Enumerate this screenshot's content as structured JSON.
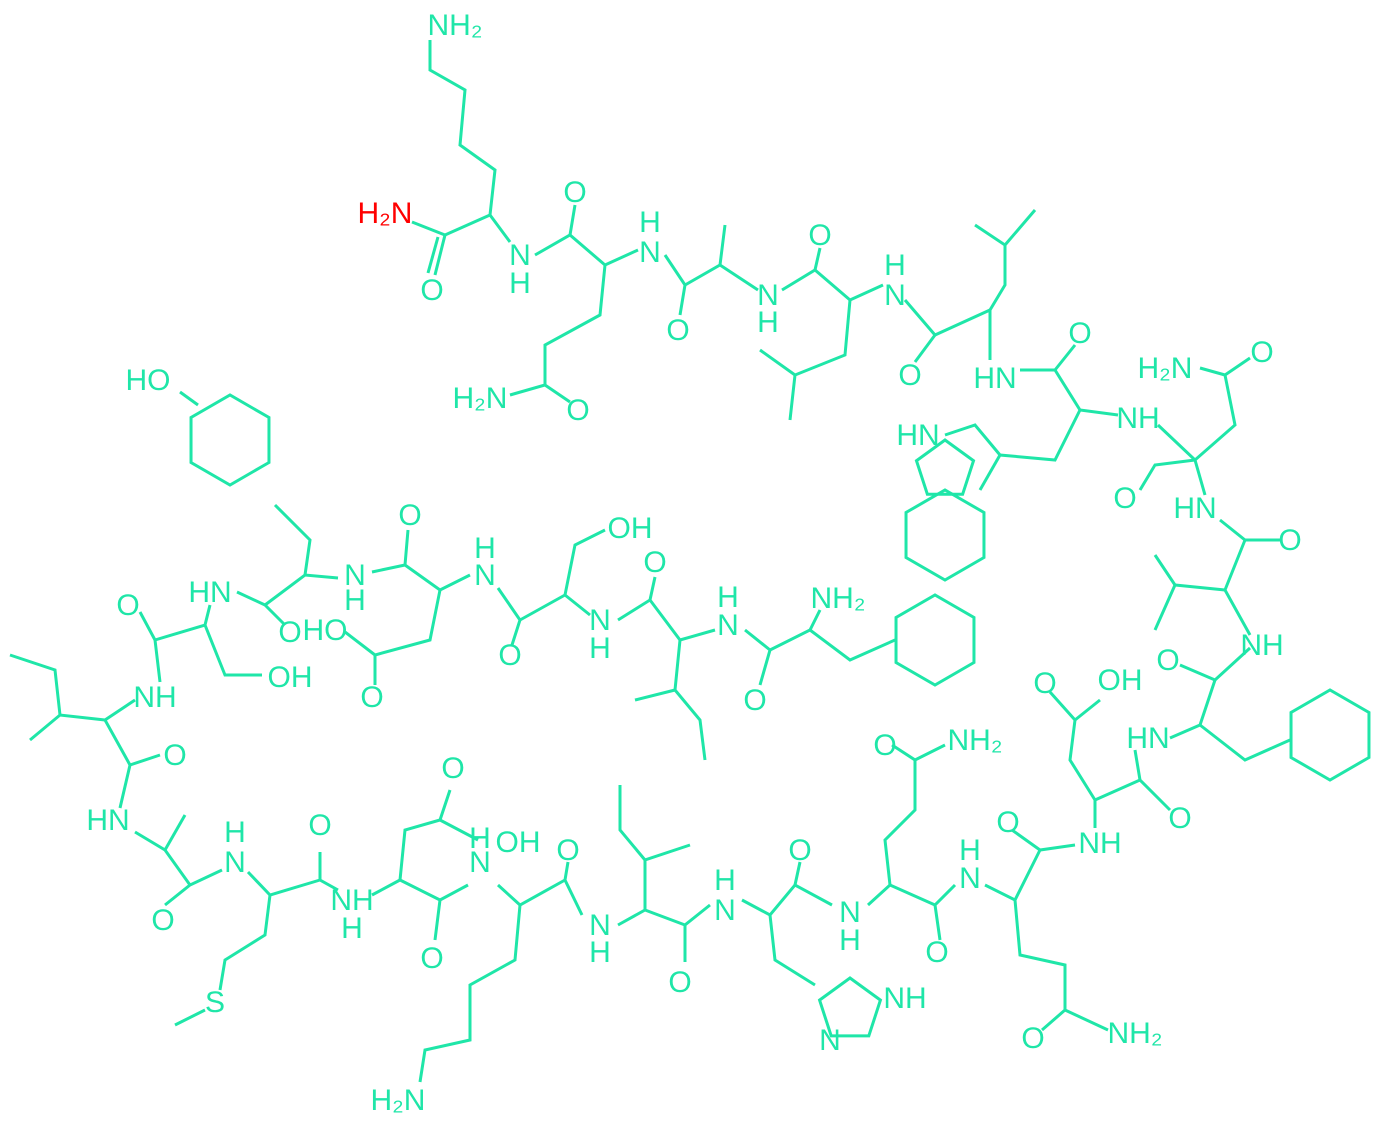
{
  "colors": {
    "bond": "#1fe6a8",
    "atom": "#1fe6a8",
    "highlight": "#ff0000"
  },
  "atoms": [
    "NH₂",
    "H₂N",
    "O",
    "N",
    "H",
    "O",
    "H",
    "N",
    "H₂N",
    "O",
    "O",
    "N",
    "H",
    "O",
    "H",
    "N",
    "O",
    "HN",
    "O",
    "NH",
    "H₂N",
    "O",
    "HN",
    "O",
    "HN",
    "O",
    "NH",
    "O",
    "HO",
    "O",
    "H",
    "N",
    "OH",
    "O",
    "NH₂",
    "HN",
    "N",
    "H",
    "O",
    "O",
    "HO",
    "O",
    "N",
    "H",
    "H",
    "N",
    "O",
    "OH",
    "O",
    "NH",
    "O",
    "OH",
    "HN",
    "O",
    "HN",
    "O",
    "NH₂",
    "O",
    "H",
    "N",
    "O",
    "N",
    "H",
    "OH",
    "O",
    "O",
    "H",
    "N",
    "O",
    "NH",
    "O",
    "O",
    "NH",
    "H",
    "O",
    "H",
    "N",
    "N",
    "H",
    "N",
    "H",
    "O",
    "O",
    "S",
    "NH",
    "N",
    "O",
    "NH₂",
    "H₂N"
  ],
  "highlighted_atoms": [
    1
  ]
}
